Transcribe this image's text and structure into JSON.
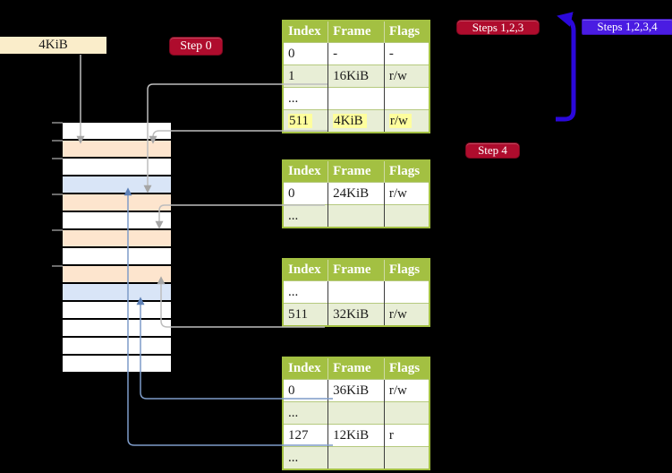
{
  "frame_size_label": "4KiB",
  "badges": {
    "step0": "Step 0",
    "steps123": "Steps 1,2,3",
    "steps1234": "Steps 1,2,3,4",
    "step4": "Step 4"
  },
  "table_headers": [
    "Index",
    "Frame",
    "Flags"
  ],
  "page_tables": [
    {
      "rows": [
        {
          "index": "0",
          "frame": "-",
          "flags": "-"
        },
        {
          "index": "1",
          "frame": "16KiB",
          "flags": "r/w"
        },
        {
          "index": "...",
          "frame": "",
          "flags": ""
        },
        {
          "index": "511",
          "frame": "4KiB",
          "flags": "r/w"
        }
      ]
    },
    {
      "rows": [
        {
          "index": "0",
          "frame": "24KiB",
          "flags": "r/w"
        },
        {
          "index": "...",
          "frame": "",
          "flags": ""
        }
      ]
    },
    {
      "rows": [
        {
          "index": "...",
          "frame": "",
          "flags": ""
        },
        {
          "index": "511",
          "frame": "32KiB",
          "flags": "r/w"
        }
      ]
    },
    {
      "rows": [
        {
          "index": "0",
          "frame": "36KiB",
          "flags": "r/w"
        },
        {
          "index": "...",
          "frame": "",
          "flags": ""
        },
        {
          "index": "127",
          "frame": "12KiB",
          "flags": "r"
        },
        {
          "index": "...",
          "frame": "",
          "flags": ""
        }
      ]
    }
  ],
  "memory_rows": [
    {
      "color": "white"
    },
    {
      "color": "peach"
    },
    {
      "color": "white"
    },
    {
      "color": "blue"
    },
    {
      "color": "peach"
    },
    {
      "color": "white"
    },
    {
      "color": "peach"
    },
    {
      "color": "white"
    },
    {
      "color": "peach"
    },
    {
      "color": "blue"
    },
    {
      "color": "white"
    },
    {
      "color": "white"
    },
    {
      "color": "white"
    },
    {
      "color": "white"
    }
  ],
  "colors": {
    "background": "#000000",
    "table_header_green": "#A3C042",
    "table_alt_row_green": "#E8EED6",
    "highlight_yellow": "#FEFE9D",
    "memory_peach": "#FDE5CE",
    "memory_blue": "#D9E5F7",
    "label_cream": "#FAEDCA",
    "badge_red": "#AF0C2D",
    "badge_blue": "#4A1CE2",
    "loop_arrow_blue": "#2B08DB",
    "connector_gray": "#BDBDBD",
    "connector_blue": "#7E9CC9"
  }
}
